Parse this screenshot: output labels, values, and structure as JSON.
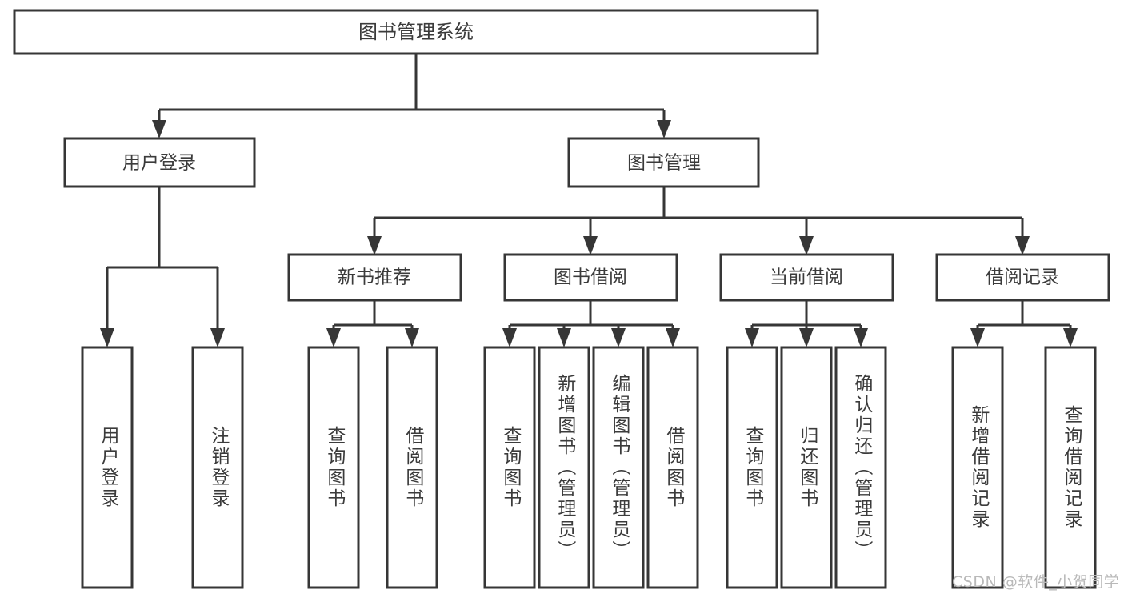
{
  "diagram": {
    "type": "tree",
    "orientation": "top-down",
    "title_node": {
      "label": "图书管理系统"
    },
    "level2": [
      {
        "label": "用户登录"
      },
      {
        "label": "图书管理"
      }
    ],
    "level3": [
      {
        "label": "新书推荐"
      },
      {
        "label": "图书借阅"
      },
      {
        "label": "当前借阅"
      },
      {
        "label": "借阅记录"
      }
    ],
    "leaves": {
      "user_login": [
        {
          "label": "用户登录"
        },
        {
          "label": "注销登录"
        }
      ],
      "new_book_recommend": [
        {
          "label": "查询图书"
        },
        {
          "label": "借阅图书"
        }
      ],
      "book_borrow": [
        {
          "label": "查询图书"
        },
        {
          "label": "新增图书（管理员）"
        },
        {
          "label": "编辑图书（管理员）"
        },
        {
          "label": "借阅图书"
        }
      ],
      "current_borrow": [
        {
          "label": "查询图书"
        },
        {
          "label": "归还图书"
        },
        {
          "label": "确认归还（管理员）"
        }
      ],
      "borrow_record": [
        {
          "label": "新增借阅记录"
        },
        {
          "label": "查询借阅记录"
        }
      ]
    }
  },
  "watermark": {
    "text": "CSDN @软件_小贺同学"
  },
  "colors": {
    "stroke": "#363636",
    "text": "#3b3b3b",
    "background": "#ffffff",
    "watermark": "#b9b9b9"
  }
}
